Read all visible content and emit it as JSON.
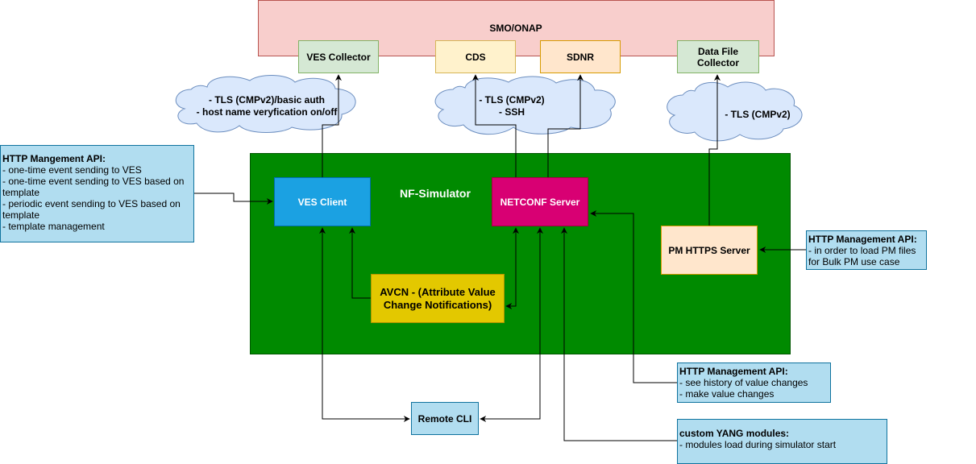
{
  "smo": {
    "title": "SMO/ONAP"
  },
  "components": {
    "ves_collector": "VES Collector",
    "cds": "CDS",
    "sdnr": "SDNR",
    "data_file_collector_l1": "Data File",
    "data_file_collector_l2": "Collector",
    "nf_simulator": "NF-Simulator",
    "ves_client": "VES Client",
    "netconf_server": "NETCONF Server",
    "pm_https_server": "PM HTTPS Server",
    "avcn_l1": "AVCN - (Attribute Value",
    "avcn_l2": "Change Notifications)",
    "remote_cli": "Remote CLI"
  },
  "clouds": {
    "ves": [
      "- TLS (CMPv2)/basic auth",
      "- host name veryfication on/off"
    ],
    "netconf": [
      "- TLS (CMPv2)",
      "- SSH"
    ],
    "dfc": [
      "- TLS (CMPv2)"
    ]
  },
  "notes": {
    "ves_api": {
      "title": "HTTP Mangement API:",
      "lines": [
        "- one-time event sending to VES",
        "- one-time event sending to VES based on",
        "template",
        "- periodic event sending to VES based on",
        "template",
        "- template management"
      ]
    },
    "pm_api": {
      "title": "HTTP Management API:",
      "lines": [
        "- in order to load PM files",
        "for Bulk PM use case"
      ]
    },
    "netconf_api": {
      "title": "HTTP Management API:",
      "lines": [
        "- see history of value changes",
        "- make value changes"
      ]
    },
    "yang": {
      "title": "custom YANG modules:",
      "lines": [
        "- modules load during simulator start"
      ]
    }
  },
  "colors": {
    "smo_fill": "#f8cecc",
    "smo_stroke": "#b85450",
    "green_fill": "#d5e8d4",
    "green_stroke": "#82b366",
    "yellow_fill": "#fff2cc",
    "yellow_stroke": "#d6b656",
    "orange_fill": "#ffe6cc",
    "orange_stroke": "#d79b00",
    "simulator_fill": "#008a00",
    "ves_client_fill": "#1ba1e2",
    "netconf_fill": "#d80073",
    "avcn_fill": "#e3c800",
    "note_fill": "#b1ddf0",
    "note_stroke": "#10739e",
    "cloud_fill": "#dae8fc",
    "cloud_stroke": "#6c8ebf"
  }
}
